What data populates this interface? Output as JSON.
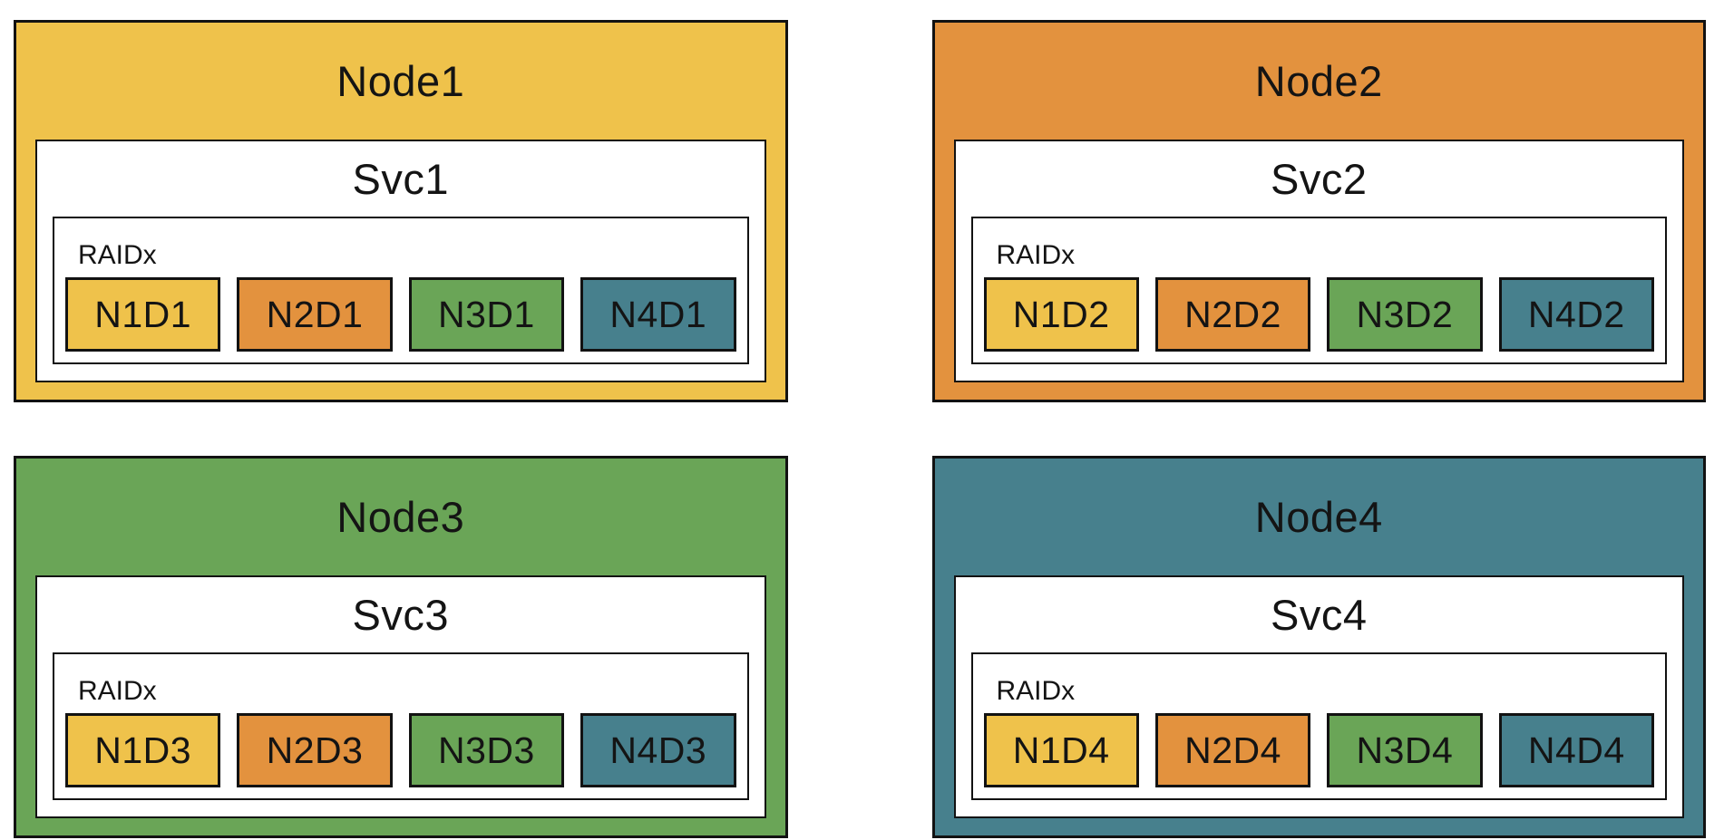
{
  "palette": {
    "node1_yellow": "#EFC24B",
    "node2_orange": "#E3923E",
    "node3_green": "#6AA557",
    "node4_teal": "#47808D",
    "border_black": "#121212",
    "box_white": "#FFFFFF"
  },
  "nodes": [
    {
      "label": "Node1",
      "color": "#EFC24B",
      "svc": {
        "label": "Svc1",
        "raid": {
          "label": "RAIDx",
          "disks": [
            {
              "label": "N1D1",
              "color": "#EFC24B"
            },
            {
              "label": "N2D1",
              "color": "#E3923E"
            },
            {
              "label": "N3D1",
              "color": "#6AA557"
            },
            {
              "label": "N4D1",
              "color": "#47808D"
            }
          ]
        }
      }
    },
    {
      "label": "Node2",
      "color": "#E3923E",
      "svc": {
        "label": "Svc2",
        "raid": {
          "label": "RAIDx",
          "disks": [
            {
              "label": "N1D2",
              "color": "#EFC24B"
            },
            {
              "label": "N2D2",
              "color": "#E3923E"
            },
            {
              "label": "N3D2",
              "color": "#6AA557"
            },
            {
              "label": "N4D2",
              "color": "#47808D"
            }
          ]
        }
      }
    },
    {
      "label": "Node3",
      "color": "#6AA557",
      "svc": {
        "label": "Svc3",
        "raid": {
          "label": "RAIDx",
          "disks": [
            {
              "label": "N1D3",
              "color": "#EFC24B"
            },
            {
              "label": "N2D3",
              "color": "#E3923E"
            },
            {
              "label": "N3D3",
              "color": "#6AA557"
            },
            {
              "label": "N4D3",
              "color": "#47808D"
            }
          ]
        }
      }
    },
    {
      "label": "Node4",
      "color": "#47808D",
      "svc": {
        "label": "Svc4",
        "raid": {
          "label": "RAIDx",
          "disks": [
            {
              "label": "N1D4",
              "color": "#EFC24B"
            },
            {
              "label": "N2D4",
              "color": "#E3923E"
            },
            {
              "label": "N3D4",
              "color": "#6AA557"
            },
            {
              "label": "N4D4",
              "color": "#47808D"
            }
          ]
        }
      }
    }
  ]
}
